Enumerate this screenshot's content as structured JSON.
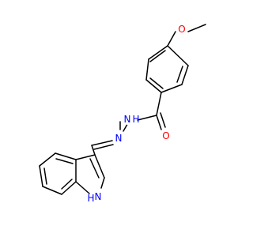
{
  "molecule": {
    "labels": {
      "methoxy_o": "O",
      "carbonyl_o": "O",
      "nh_hydrazide": "N",
      "hydrazide_h": "H",
      "n_imine": "N",
      "indole_n": "N",
      "indole_h": "H"
    },
    "colors": {
      "bond": "#000000",
      "oxygen": "#ff0000",
      "nitrogen": "#0000ff"
    }
  }
}
